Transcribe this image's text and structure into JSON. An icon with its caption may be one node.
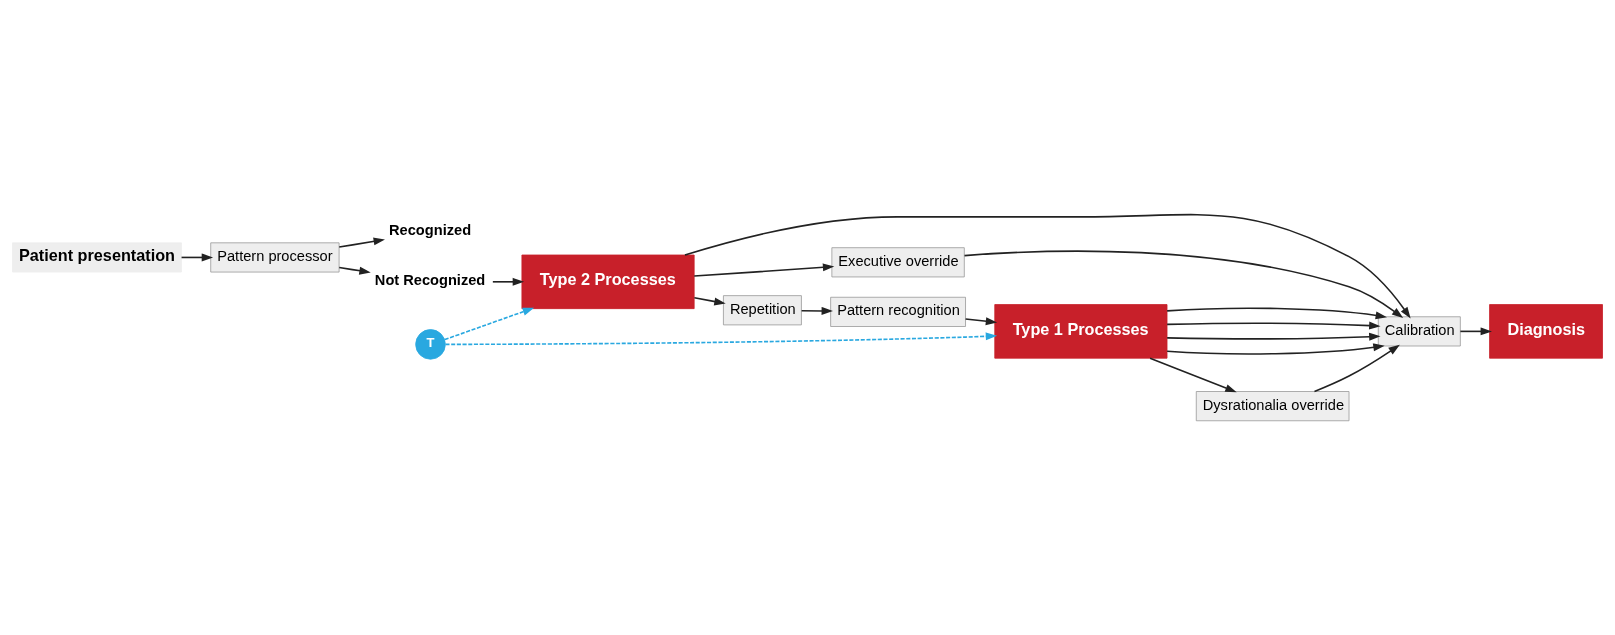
{
  "diagram": {
    "nodes": [
      {
        "text": [
          "Patient presentation"
        ]
      },
      {
        "text": [
          "Pattern processor"
        ]
      },
      {
        "text": [
          "Recognized"
        ]
      },
      {
        "text": [
          "Not Recognized"
        ]
      },
      {
        "text": [
          "Type 1 Processes"
        ]
      },
      {
        "text": [
          "Pattern recognition"
        ]
      },
      {
        "text": [
          "Repetition"
        ]
      },
      {
        "text": [
          "Type 2 Processes"
        ]
      },
      {
        "text": [
          "Executive override"
        ]
      },
      {
        "text": [
          "T"
        ]
      },
      {
        "text": [
          "Dysrationalia override"
        ]
      },
      {
        "text": [
          "Calibration"
        ]
      },
      {
        "text": [
          "Diagnosis"
        ]
      }
    ],
    "edges": [
      {
        "from": 0,
        "to": 1,
        "arrow": "to"
      },
      {
        "from": 1,
        "to": 2,
        "arrow": "to"
      },
      {
        "from": 1,
        "to": 3,
        "arrow": "to"
      },
      {
        "from": 3,
        "to": 7,
        "arrow": "to"
      },
      {
        "from": 7,
        "to": 6,
        "arrow": "to"
      },
      {
        "from": 6,
        "to": 5,
        "arrow": "to"
      },
      {
        "from": 5,
        "to": 4,
        "arrow": "to"
      },
      {
        "from": 7,
        "to": 8,
        "arrow": "to"
      },
      {
        "from": 4,
        "to": 11,
        "arrow": "to"
      },
      {
        "from": 4,
        "to": 11,
        "arrow": "to"
      },
      {
        "from": 4,
        "to": 11,
        "arrow": "to"
      },
      {
        "from": 4,
        "to": 11,
        "arrow": "to"
      },
      {
        "from": 8,
        "to": 11,
        "arrow": "to"
      },
      {
        "from": 4,
        "to": 10,
        "arrow": "to"
      },
      {
        "from": 10,
        "to": 11,
        "arrow": "to"
      },
      {
        "from": 7,
        "to": 11,
        "arrow": "to"
      },
      {
        "from": 9,
        "to": 4,
        "arrow": "to",
        "style": "dashed",
        "color": "#29a8e0"
      },
      {
        "from": 9,
        "to": 7,
        "arrow": "to",
        "style": "dashed",
        "color": "#29a8e0"
      },
      {
        "from": 11,
        "to": 12,
        "arrow": "to"
      }
    ]
  }
}
